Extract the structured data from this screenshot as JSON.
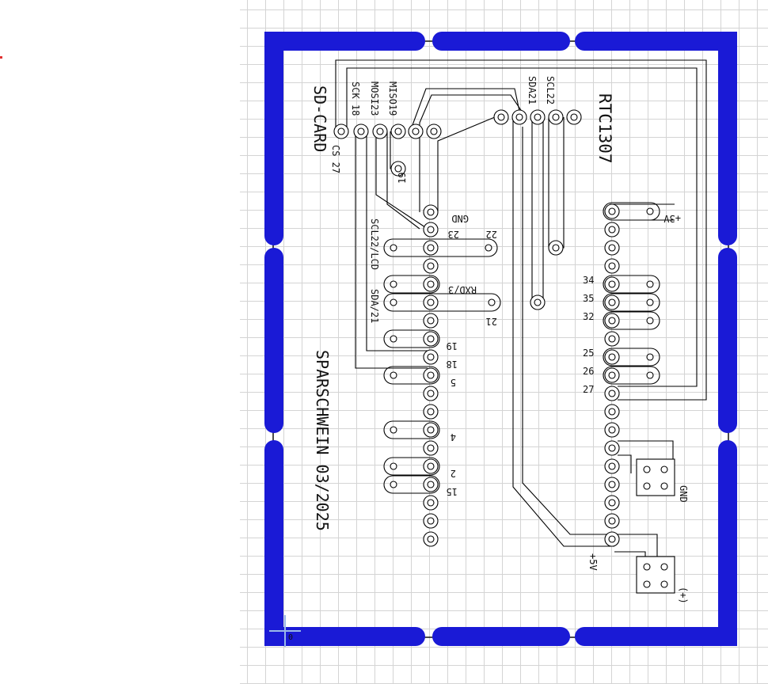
{
  "board": {
    "title": "SPARSCHWEIN 03/2025",
    "sd_card": {
      "label": "SD-CARD",
      "pins": [
        "CS 27",
        "SCK 18",
        "MOSI23",
        "MISO19"
      ]
    },
    "rtc": {
      "label": "RTC1307",
      "pins": [
        "SDA21",
        "SCL22"
      ]
    },
    "left_header": {
      "labels": [
        "19",
        "23",
        "GND",
        "22",
        "SCL22/LCD",
        "RXD/3",
        "SDA/21",
        "21",
        "19",
        "18",
        "5",
        "4",
        "2",
        "15"
      ]
    },
    "right_header": {
      "labels": [
        "+3V",
        "34",
        "35",
        "32",
        "25",
        "26",
        "27"
      ]
    },
    "connectors": [
      {
        "label": "GND"
      },
      {
        "label": "+5V"
      },
      {
        "label": "(+)"
      }
    ],
    "origin_mark": "0"
  },
  "colors": {
    "copper_pour": "#1a1ad6",
    "trace": "#000000",
    "grid": "#d4d4d4",
    "marker": "#e03030"
  }
}
